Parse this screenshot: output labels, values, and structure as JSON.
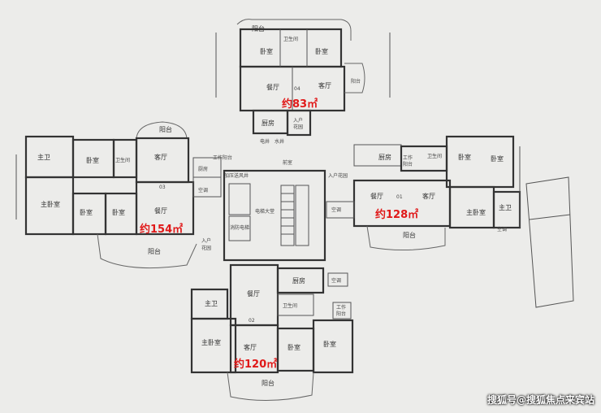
{
  "units": {
    "u01": {
      "code": "01",
      "area": "约128㎡"
    },
    "u02": {
      "code": "02",
      "area": "约120㎡"
    },
    "u03": {
      "code": "03",
      "area": "约154㎡"
    },
    "u04": {
      "code": "04",
      "area": "约83㎡"
    }
  },
  "rooms": {
    "balcony": "阳台",
    "bedroom": "卧室",
    "master_bedroom": "主卧室",
    "master_bath": "主卫",
    "bathroom": "卫生间",
    "living": "客厅",
    "dining": "餐厅",
    "kitchen": "厨房",
    "entry_garden": "入户花园",
    "entry_garden_split_1": "入户",
    "entry_garden_split_2": "花园",
    "work_balcony": "工作阳台",
    "work_balcony_split_1": "工作",
    "work_balcony_split_2": "阳台",
    "ac": "空调",
    "elevator_lobby": "电梯大堂",
    "elec_well": "电井",
    "water_well": "水井",
    "front_room": "前室",
    "smoke_shaft": "加压送风井",
    "fire_elevator": "消防电梯"
  },
  "watermark": "搜狐号@搜狐焦点来宾站"
}
